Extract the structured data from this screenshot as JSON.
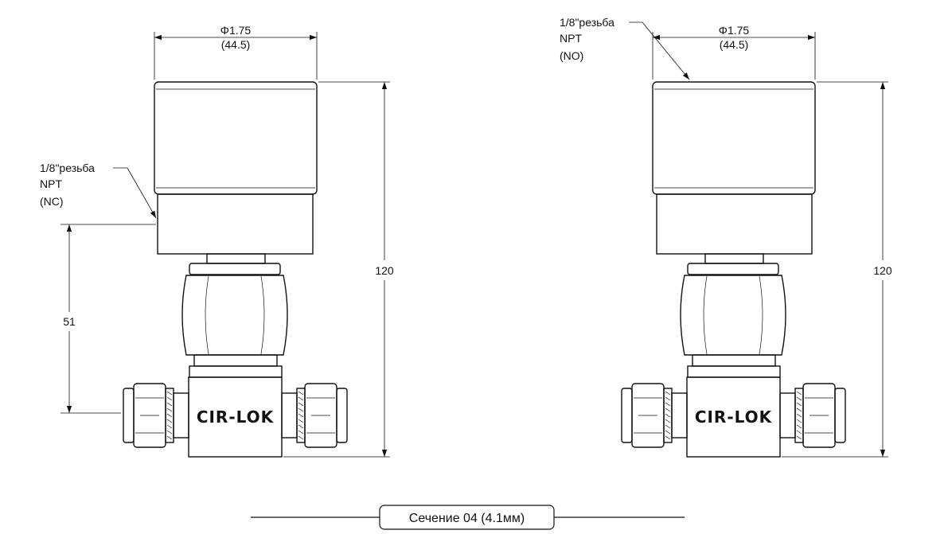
{
  "views": [
    {
      "id": "left",
      "diameter_label": "Φ1.75",
      "diameter_mm_label": "(44.5)",
      "height_label": "120",
      "port_label": [
        "1/8\"резьба",
        "NPT",
        "(NC)"
      ],
      "inlet_height_label": "51",
      "brand": "CIR-LOK"
    },
    {
      "id": "right",
      "diameter_label": "Φ1.75",
      "diameter_mm_label": "(44.5)",
      "height_label": "120",
      "port_label": [
        "1/8\"резьба",
        "NPT",
        "(NO)"
      ],
      "brand": "CIR-LOK"
    }
  ],
  "section_label": "Сечение 04 (4.1мм)"
}
